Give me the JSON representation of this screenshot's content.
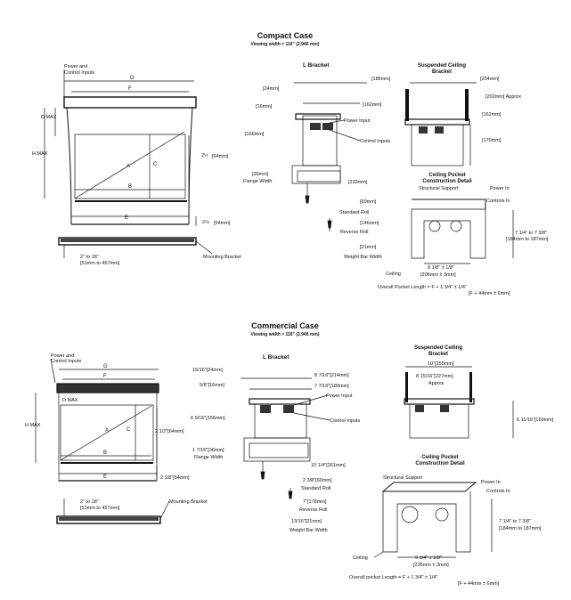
{
  "compact": {
    "title": "Compact Case",
    "subtitle": "Viewing width < 116\" (2,946 mm)",
    "front": {
      "power_inputs": [
        "Power and",
        "Control Inputs"
      ],
      "g": "G",
      "f": "F",
      "d_max": "D MAX",
      "h_max": "H MAX",
      "a": "A",
      "b": "B",
      "c": "C",
      "e": "E",
      "dim_64": "[64mm]",
      "dim_54": "[54mm]",
      "range": "2\" to 18\"",
      "range_mm": "[51mm to 457mm]",
      "mounting_bracket": "Mounting Bracket"
    },
    "l_bracket": {
      "title": "L Bracket",
      "d_24": "[24mm]",
      "d_16": "[16mm]",
      "d_166": "[166mm]",
      "d_36": "[36mm]",
      "flange_width": "Flange Width",
      "d_186": "[186mm]",
      "d_162": "[162mm]",
      "power_input": "Power Input",
      "control_inputs": "Control Inputs",
      "d_233": "[233mm]",
      "d_60": "[60mm]",
      "standard_roll": "Standard Roll",
      "d_146": "[146mm]",
      "reverse_roll": "Reverse Roll",
      "d_21": "[21mm]",
      "weight_bar_width": "Weight Bar Width"
    },
    "suspended": {
      "title_1": "Suspended Ceiling",
      "title_2": "Bracket",
      "d_254": "[254mm]",
      "d_202": "[202mm] Approx",
      "d_162": "[162mm]",
      "d_170": "[170mm]"
    },
    "pocket": {
      "title_1": "Ceiling Pocket",
      "title_2": "Construction Detail",
      "structural_support": "Structural Support",
      "power_in": "Power In",
      "controls_in": "Controls In",
      "range": "7 1/4\" to 7 3/8\"",
      "range_mm": "[184mm to 187mm]",
      "width": "8 1/8\" ± 1/8\"",
      "width_mm": "[206mm ± 3mm]",
      "ceiling": "Ceiling",
      "overall": "Overall Pocket Length = F + 1 3/4\" ± 1/4\"",
      "overall_mm": "[F + 44mm ± 6mm]"
    }
  },
  "commercial": {
    "title": "Commercial Case",
    "subtitle": "Viewing width > 116\" (2,946 mm)",
    "front": {
      "power_inputs": [
        "Power and",
        "Control Inputs"
      ],
      "g": "G",
      "f": "F",
      "d_max": "D MAX",
      "h_max": "H MAX",
      "a": "A",
      "b": "B",
      "c": "C",
      "e": "E",
      "dim_64": "2 1/2\"[64mm]",
      "dim_54": "2 1/8\"[54mm]",
      "range": "2\" to 18\"",
      "range_mm": "[51mm to 457mm]",
      "mounting_bracket": "Mounting Bracket"
    },
    "l_bracket": {
      "title": "L Bracket",
      "d_24": "15/16\"[24mm]",
      "d_16": "5/8\"[16mm]",
      "d_166": "6 9/16\"[166mm]",
      "d_36": "1 7/16\"[36mm]",
      "flange_width": "Flange Width",
      "d_214": "8 7/16\"[214mm]",
      "d_189": "7 7/16\"[189mm]",
      "power_input": "Power Input",
      "control_inputs": "Control Inputs",
      "d_261": "10 1/4\"[261mm]",
      "d_60": "2 3/8\"[60mm]",
      "standard_roll": "Standard Roll",
      "d_178": "7\"[178mm]",
      "reverse_roll": "Reverse Roll",
      "d_21": "13/16\"[21mm]",
      "weight_bar_width": "Weight Bar Width"
    },
    "suspended": {
      "title_1": "Suspended Ceiling",
      "title_2": "Bracket",
      "d_255": "10\"[255mm]",
      "d_227": "8 15/16\"[227mm]",
      "approx": "Approx",
      "d_169": "6 11/16\"[169mm]"
    },
    "pocket": {
      "title_1": "Ceiling Pocket",
      "title_2": "Construction Detail",
      "structural_support": "Structural Support",
      "power_in": "Power In",
      "controls_in": "Controls In",
      "range": "7 1/4\" to 7 3/8\"",
      "range_mm": "[184mm to 187mm]",
      "width": "9 1/4\" ± 1/8\"",
      "width_mm": "[235mm ± 3mm]",
      "ceiling": "Ceiling",
      "overall": "Overall pocket Length = F + 1 3/4\" ± 1/4\"",
      "overall_mm": "[F + 44mm ± 6mm]"
    }
  }
}
